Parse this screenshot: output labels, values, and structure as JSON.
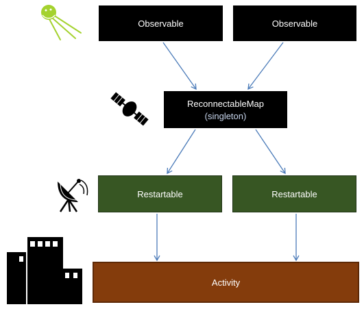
{
  "nodes": {
    "observable_left": "Observable",
    "observable_right": "Observable",
    "reconnectable_map": "ReconnectableMap",
    "reconnectable_map_note": "(singleton)",
    "restartable_left": "Restartable",
    "restartable_right": "Restartable",
    "activity": "Activity"
  },
  "colors": {
    "observable_fill": "#000000",
    "map_fill": "#000000",
    "restartable_fill": "#375623",
    "activity_fill": "#843c0c",
    "arrow": "#4a7ab8",
    "sputnik_icon": "#a4d22e"
  },
  "icons": [
    "sputnik-icon",
    "satellite-icon",
    "satellite-dish-icon",
    "buildings-icon"
  ]
}
